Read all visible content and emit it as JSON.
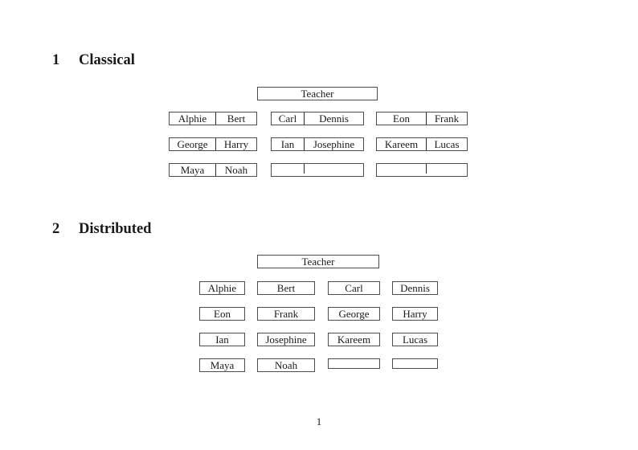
{
  "document": {
    "page_number": "1",
    "ink_color": "#1a1a1a",
    "box_border_color": "#4d4d4d"
  },
  "classical": {
    "number": "1",
    "title": "Classical",
    "teacher_label": "Teacher",
    "rows": [
      [
        [
          "Alphie",
          "Bert"
        ],
        [
          "Carl",
          "Dennis"
        ],
        [
          "Eon",
          "Frank"
        ]
      ],
      [
        [
          "George",
          "Harry"
        ],
        [
          "Ian",
          "Josephine"
        ],
        [
          "Kareem",
          "Lucas"
        ]
      ],
      [
        [
          "Maya",
          "Noah"
        ],
        [
          "",
          ""
        ],
        [
          "",
          ""
        ]
      ]
    ]
  },
  "distributed": {
    "number": "2",
    "title": "Distributed",
    "teacher_label": "Teacher",
    "rows": [
      [
        "Alphie",
        "Bert",
        "Carl",
        "Dennis"
      ],
      [
        "Eon",
        "Frank",
        "George",
        "Harry"
      ],
      [
        "Ian",
        "Josephine",
        "Kareem",
        "Lucas"
      ],
      [
        "Maya",
        "Noah",
        "",
        ""
      ]
    ]
  }
}
